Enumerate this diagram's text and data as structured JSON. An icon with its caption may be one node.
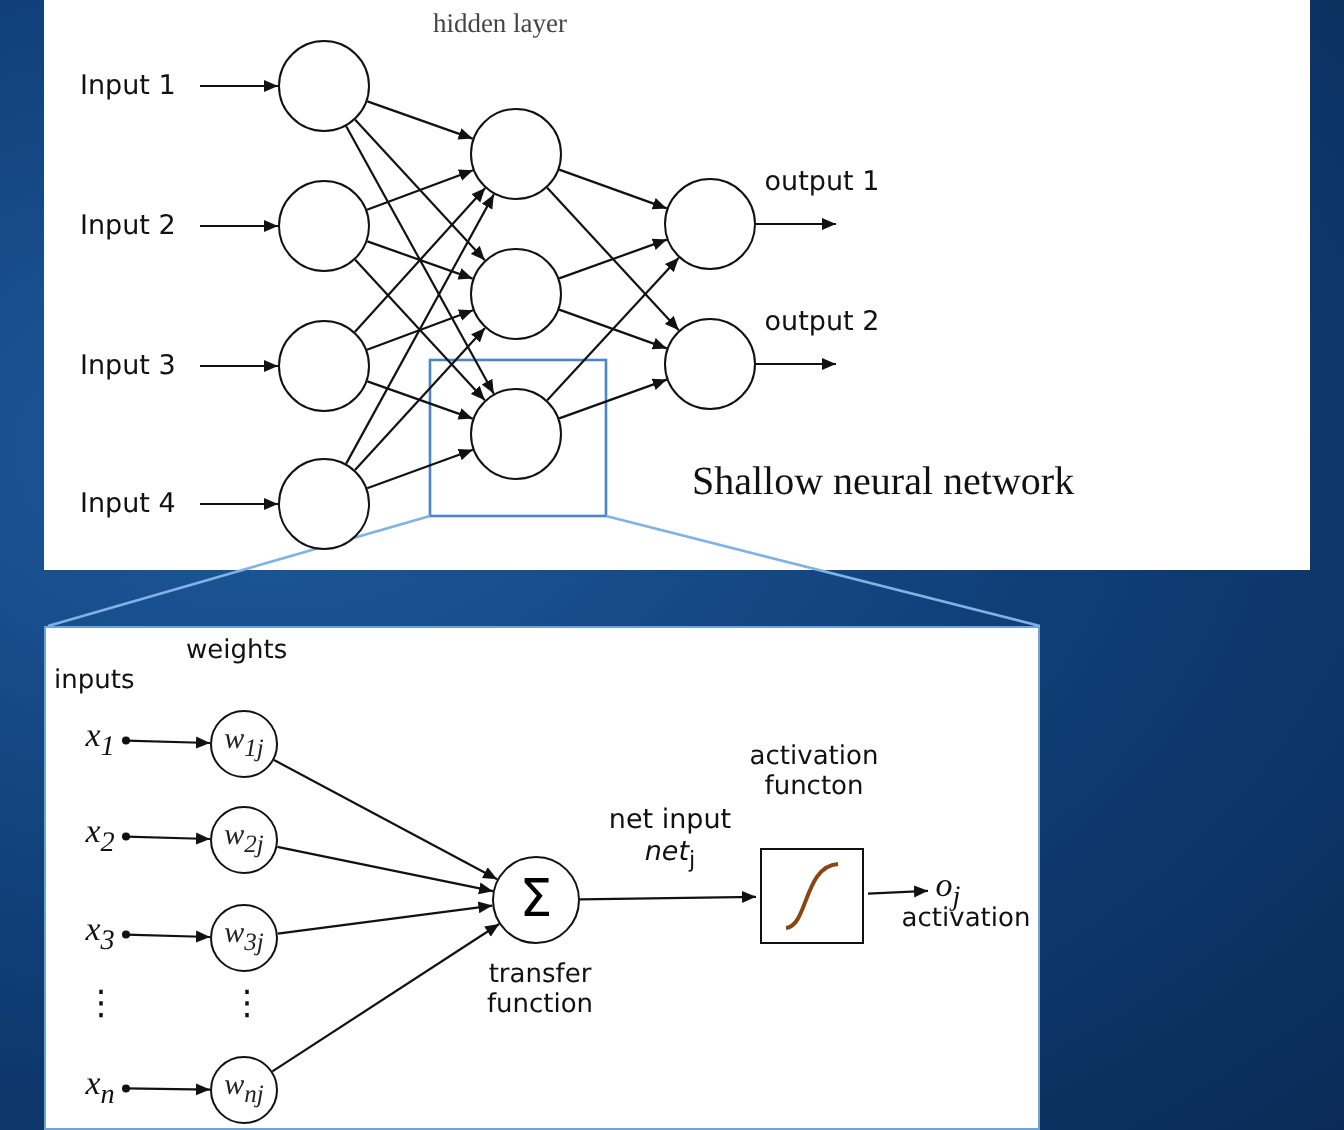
{
  "diagram": {
    "nodes": [
      {
        "text": [
          "Input 1"
        ]
      },
      {
        "text": [
          "Input 2"
        ]
      },
      {
        "text": [
          "Input 3"
        ]
      },
      {
        "text": [
          "Input 4"
        ]
      },
      {
        "text": [],
        "shape": "circle"
      },
      {
        "text": [],
        "shape": "circle"
      },
      {
        "text": [],
        "shape": "circle"
      },
      {
        "text": [],
        "shape": "circle"
      },
      {
        "text": [],
        "shape": "circle"
      },
      {
        "text": [],
        "shape": "circle"
      },
      {
        "text": [],
        "shape": "circle"
      },
      {
        "text": [],
        "shape": "circle"
      },
      {
        "text": [],
        "shape": "circle"
      },
      {
        "text": [
          "x$_{1}$"
        ]
      },
      {
        "text": [
          "x$_{2}$"
        ]
      },
      {
        "text": [
          "x$_{3}$"
        ]
      },
      {
        "text": [
          "x$_{n}$"
        ]
      },
      {
        "text": [
          "w$_{1j}$"
        ]
      },
      {
        "text": [
          "w$_{2j}$"
        ]
      },
      {
        "text": [
          "w$_{3j}$"
        ]
      },
      {
        "text": [
          "w$_{nj}$"
        ]
      },
      {
        "text": [
          "Σ"
        ],
        "beside": [
          "transfer function"
        ]
      },
      {
        "text": [],
        "shape": "box",
        "beside": [
          "activation functon"
        ]
      },
      {
        "text": [
          "o$_{j}$"
        ],
        "beside": [
          "activation"
        ]
      }
    ],
    "edges": [
      {
        "from": 0,
        "to": 4,
        "arrow": "to"
      },
      {
        "from": 1,
        "to": 5,
        "arrow": "to"
      },
      {
        "from": 2,
        "to": 6,
        "arrow": "to"
      },
      {
        "from": 3,
        "to": 7,
        "arrow": "to"
      },
      {
        "from": 4,
        "to": 8,
        "arrow": "to"
      },
      {
        "from": 4,
        "to": 9,
        "arrow": "to"
      },
      {
        "from": 4,
        "to": 10,
        "arrow": "to"
      },
      {
        "from": 5,
        "to": 8,
        "arrow": "to"
      },
      {
        "from": 5,
        "to": 9,
        "arrow": "to"
      },
      {
        "from": 5,
        "to": 10,
        "arrow": "to"
      },
      {
        "from": 6,
        "to": 8,
        "arrow": "to"
      },
      {
        "from": 6,
        "to": 9,
        "arrow": "to"
      },
      {
        "from": 6,
        "to": 10,
        "arrow": "to"
      },
      {
        "from": 7,
        "to": 8,
        "arrow": "to"
      },
      {
        "from": 7,
        "to": 9,
        "arrow": "to"
      },
      {
        "from": 7,
        "to": 10,
        "arrow": "to"
      },
      {
        "from": 8,
        "to": 11,
        "arrow": "to"
      },
      {
        "from": 8,
        "to": 12,
        "arrow": "to"
      },
      {
        "from": 9,
        "to": 11,
        "arrow": "to"
      },
      {
        "from": 9,
        "to": 12,
        "arrow": "to"
      },
      {
        "from": 10,
        "to": 11,
        "arrow": "to"
      },
      {
        "from": 10,
        "to": 12,
        "arrow": "to"
      },
      {
        "from": 11,
        "to": null,
        "arrow": "to",
        "label": "output 1"
      },
      {
        "from": 12,
        "to": null,
        "arrow": "to",
        "label": "output 2"
      },
      {
        "from": 13,
        "to": 17,
        "arrow": "to"
      },
      {
        "from": 14,
        "to": 18,
        "arrow": "to"
      },
      {
        "from": 15,
        "to": 19,
        "arrow": "to"
      },
      {
        "from": 16,
        "to": 20,
        "arrow": "to"
      },
      {
        "from": 17,
        "to": 21,
        "arrow": "to"
      },
      {
        "from": 18,
        "to": 21,
        "arrow": "to"
      },
      {
        "from": 19,
        "to": 21,
        "arrow": "to"
      },
      {
        "from": 20,
        "to": 21,
        "arrow": "to"
      },
      {
        "from": 21,
        "to": 22,
        "arrow": "to",
        "label": "net input *net*$_{j}$"
      },
      {
        "from": 22,
        "to": 23,
        "arrow": "to"
      }
    ],
    "labels": [
      "hidden layer",
      "Shallow neural network",
      "inputs",
      "weights",
      "⋮",
      "⋮"
    ]
  }
}
